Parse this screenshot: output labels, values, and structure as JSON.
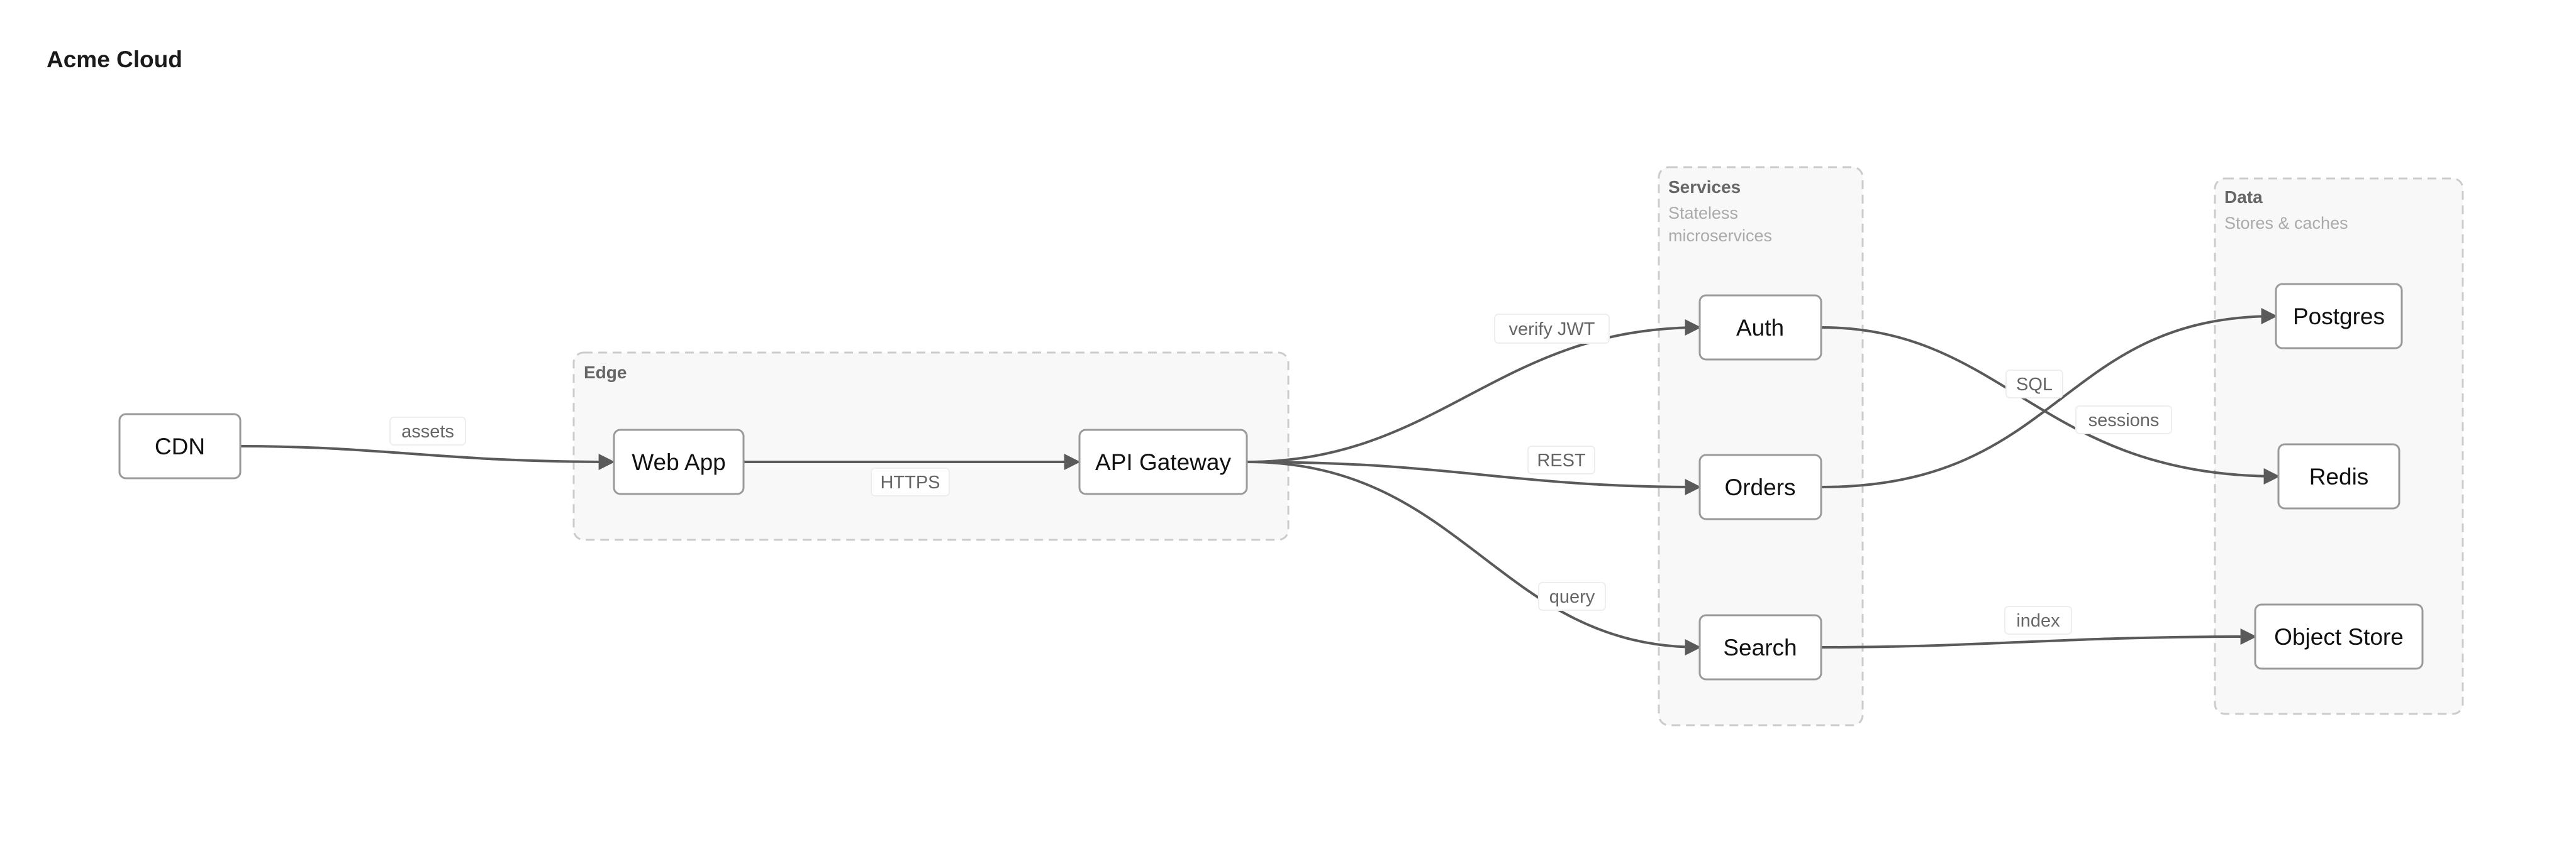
{
  "title": "Acme Cloud",
  "groups": {
    "edge": {
      "title": "Edge"
    },
    "services": {
      "title": "Services",
      "subtitle_line1": "Stateless",
      "subtitle_line2": "microservices"
    },
    "data": {
      "title": "Data",
      "subtitle": "Stores & caches"
    }
  },
  "nodes": {
    "cdn": "CDN",
    "web_app": "Web App",
    "api_gateway": "API Gateway",
    "auth": "Auth",
    "orders": "Orders",
    "search": "Search",
    "postgres": "Postgres",
    "redis": "Redis",
    "object_store": "Object Store"
  },
  "edges": {
    "assets": "assets",
    "https": "HTTPS",
    "verify_jwt": "verify JWT",
    "rest": "REST",
    "query": "query",
    "sql": "SQL",
    "sessions": "sessions",
    "index": "index"
  },
  "colors": {
    "edge_line": "#5a5a5a",
    "node_border": "#9a9a9a",
    "group_fill": "#f8f8f8",
    "group_border": "#cccccc"
  }
}
